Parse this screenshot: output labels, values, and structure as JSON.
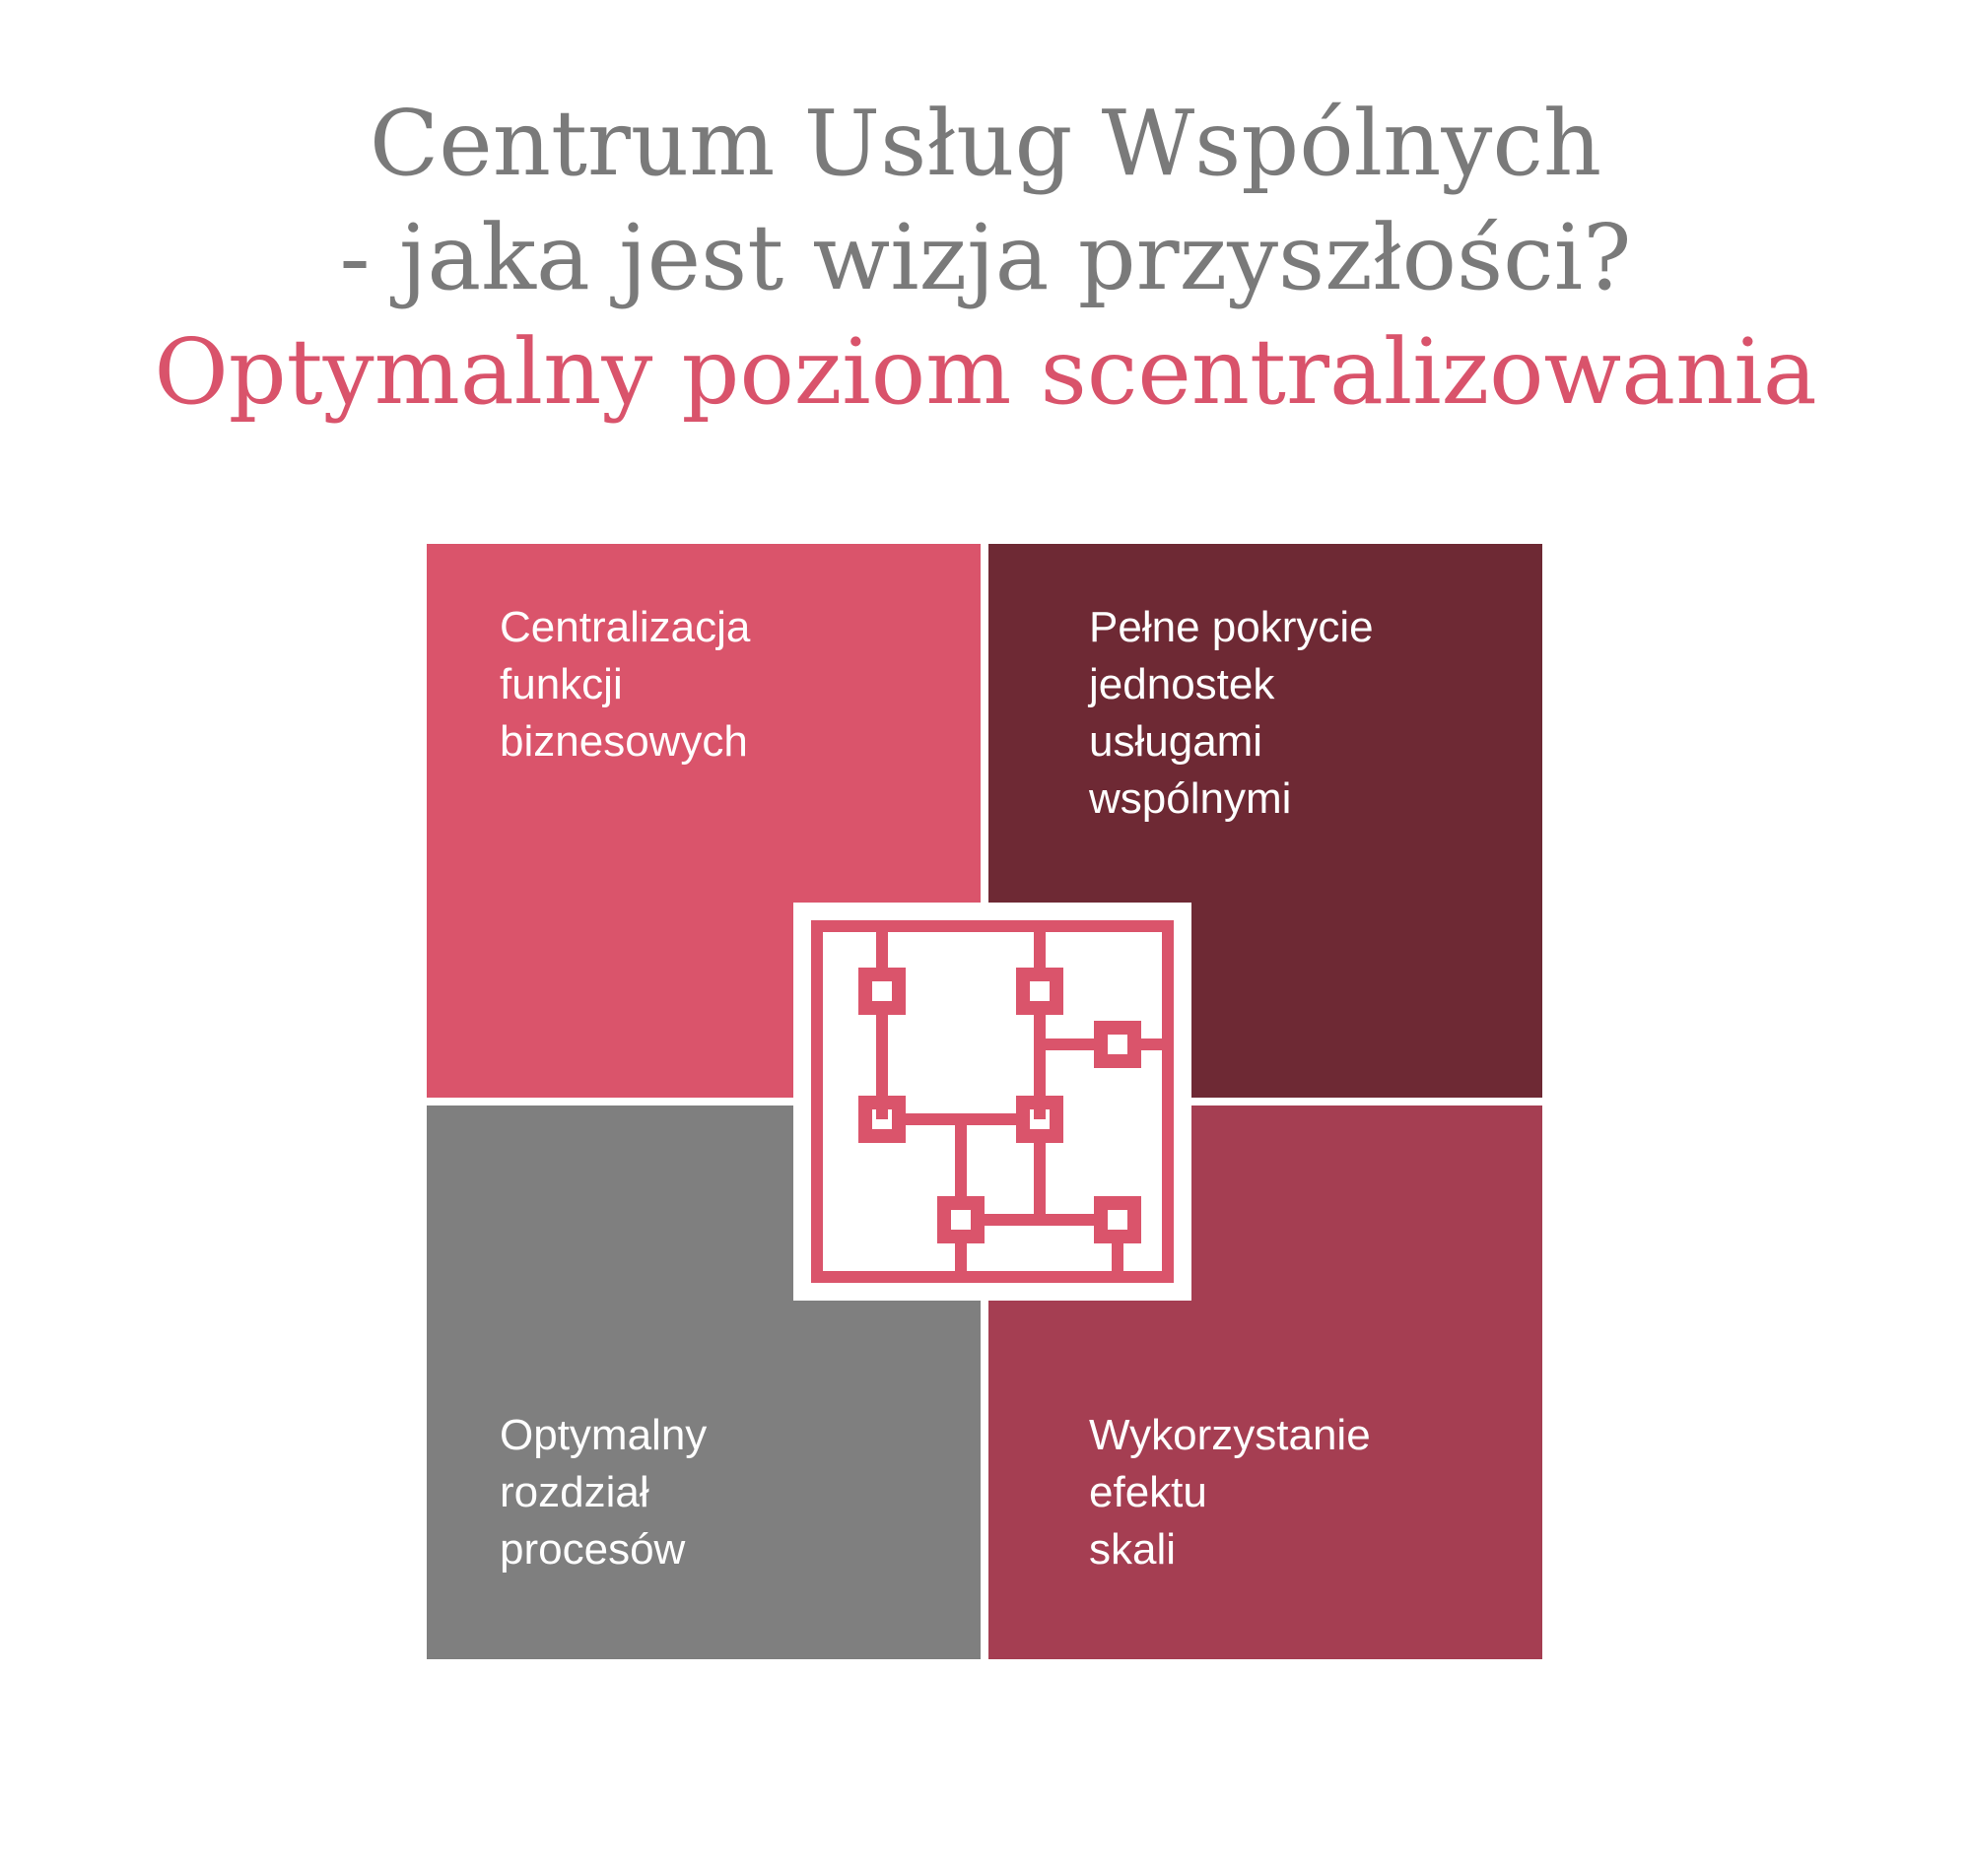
{
  "title": {
    "line1": "Centrum Usług Wspólnych",
    "line2": "- jaka jest wizja przyszłości?",
    "line3": "Optymalny poziom scentralizowania"
  },
  "quadrants": [
    {
      "id": "top-left",
      "label": "Centralizacja\nfunkcji\nbiznesowych",
      "color": "#da546b"
    },
    {
      "id": "top-right",
      "label": "Pełne pokrycie\njednostek\nusługami\nwspólnymi",
      "color": "#6e2934"
    },
    {
      "id": "bottom-left",
      "label": "Optymalny\nrozdział\nprocesów",
      "color": "#7f7f7f"
    },
    {
      "id": "bottom-right",
      "label": "Wykorzystanie\nefektu\nskali",
      "color": "#a53e52"
    }
  ],
  "center_icon": {
    "name": "network-hierarchy-icon",
    "color": "#da546b"
  },
  "colors": {
    "title_gray": "#7a7a7a",
    "title_accent": "#d9536b"
  }
}
